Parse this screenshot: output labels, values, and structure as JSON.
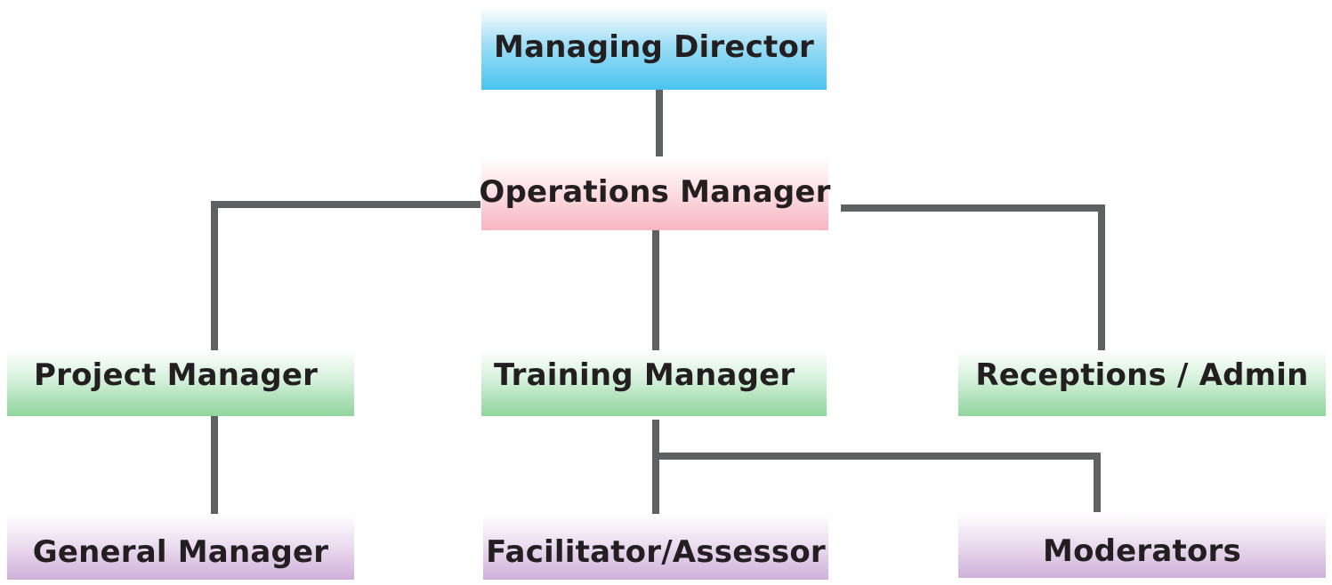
{
  "org_chart": {
    "managing_director": "Managing Director",
    "operations_manager": "Operations Manager",
    "project_manager": "Project Manager",
    "training_manager": "Training Manager",
    "receptions_admin": "Receptions / Admin",
    "general_manager": "General Manager",
    "facilitator_assessor": "Facilitator/Assessor",
    "moderators": "Moderators"
  },
  "colors": {
    "connector": "#5f6062",
    "text": "#231f20",
    "level_1": "#49c3ef",
    "level_2": "#f8b5c1",
    "level_3": "#8fd49e",
    "level_4": "#cfb0da"
  }
}
